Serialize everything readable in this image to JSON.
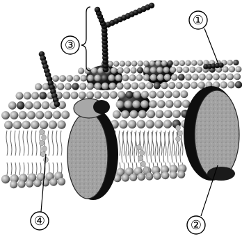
{
  "labels": {
    "l1": "①",
    "l2": "②",
    "l3": "③",
    "l4": "④"
  },
  "colors": {
    "head_fill": "#9a9a9a",
    "head_dark": "#2a2a2a",
    "protein_fill": "#9c9c9c",
    "protein_dark": "#0e0e0e",
    "sugar_chain": "#1a1a1a",
    "tail": "#5a5a5a",
    "leader": "#000000"
  },
  "icons": {
    "glycoprotein": "glycoprotein-icon",
    "transmembrane_protein": "transmembrane-protein-icon",
    "phospholipid_bilayer": "phospholipid-bilayer-icon",
    "cholesterol": "cholesterol-icon"
  }
}
